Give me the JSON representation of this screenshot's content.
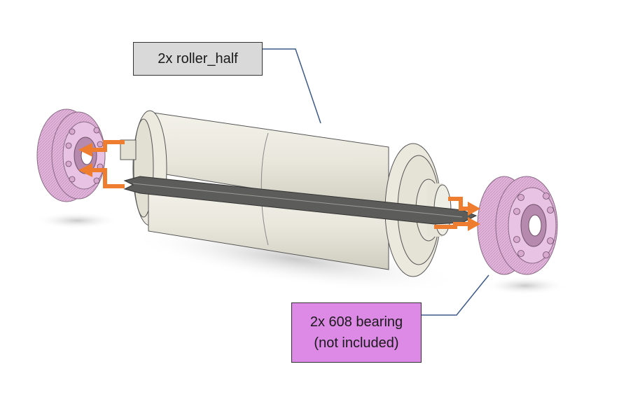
{
  "callouts": {
    "roller": {
      "text": "2x roller_half"
    },
    "bearing": {
      "line1": "2x 608 bearing",
      "line2": "(not included)"
    }
  },
  "colors": {
    "roller_body": "#e9e7dc",
    "roller_shade": "#cfcdbf",
    "split_gap": "#5a5a58",
    "bearing": "#e2b4dc",
    "bearing_dark": "#a8789f",
    "arrow": "#ee7d2f",
    "leader_line": "#3d5a8a",
    "roller_label_bg": "#d9d9d9",
    "bearing_label_bg": "#dc8ae6"
  }
}
